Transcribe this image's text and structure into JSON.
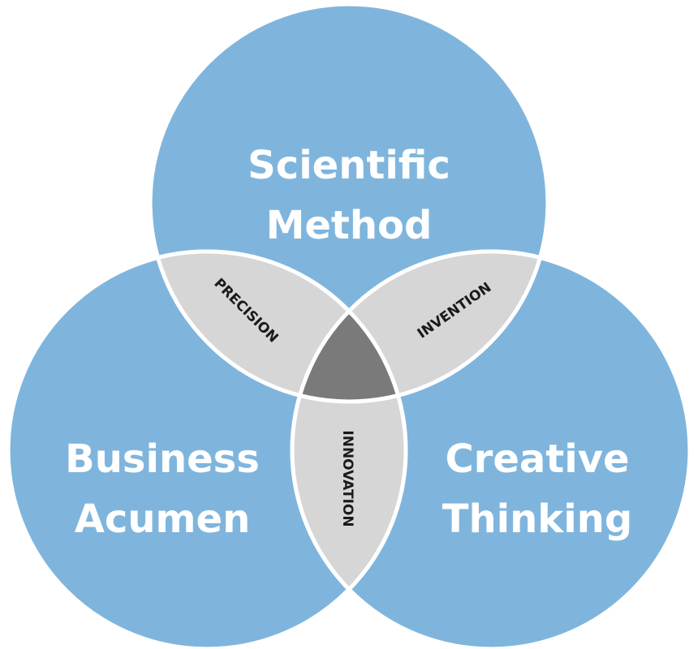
{
  "colors": {
    "circle_fill": "#7fb5dd",
    "pair_overlap_fill": "#d6d6d6",
    "center_overlap_fill": "#7a7a7a",
    "outline": "#ffffff",
    "circle_text": "#ffffff",
    "lens_text": "#1a1a1a"
  },
  "circles": {
    "top": {
      "line1": "Scientific",
      "line2": "Method"
    },
    "left": {
      "line1": "Business",
      "line2": "Acumen"
    },
    "right": {
      "line1": "Creative",
      "line2": "Thinking"
    }
  },
  "overlaps": {
    "top_left": "PRECISION",
    "top_right": "INVENTION",
    "left_right": "INNOVATION"
  }
}
